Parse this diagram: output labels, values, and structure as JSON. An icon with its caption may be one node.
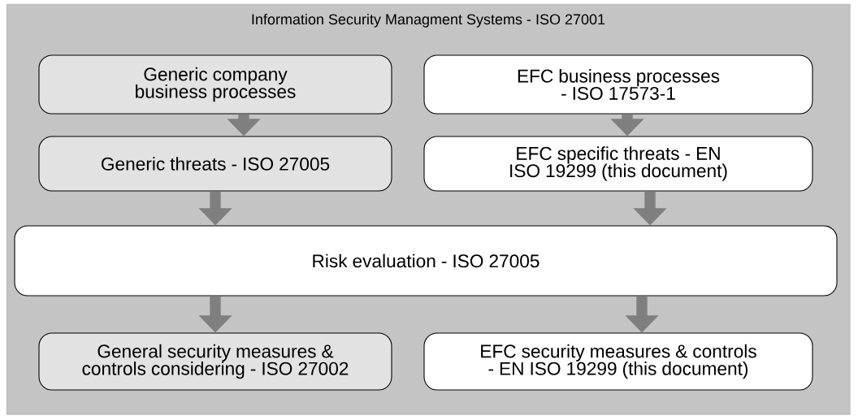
{
  "diagram": {
    "nodes": [
      {
        "text": [
          "Information Security Managment Systems - ISO 27001"
        ]
      },
      {
        "text": [
          "Generic company business processes"
        ],
        "in": 0
      },
      {
        "text": [
          "EFC business processes - ISO 17573-1"
        ],
        "in": 0
      },
      {
        "text": [
          "Generic threats - ISO 27005"
        ],
        "in": 0
      },
      {
        "text": [
          "EFC specific threats - EN ISO 19299 (this document)"
        ],
        "in": 0
      },
      {
        "text": [
          "Risk evaluation - ISO 27005"
        ],
        "in": 0
      },
      {
        "text": [
          "General security measures & controls considering - ISO 27002"
        ],
        "in": 0
      },
      {
        "text": [
          "EFC security measures & controls - EN ISO 19299 (this document)"
        ],
        "in": 0
      }
    ],
    "edges": [
      {
        "from": 1,
        "to": 3,
        "arrow": "to"
      },
      {
        "from": 2,
        "to": 4,
        "arrow": "to"
      },
      {
        "from": 3,
        "to": 5,
        "arrow": "to"
      },
      {
        "from": 4,
        "to": 5,
        "arrow": "to"
      },
      {
        "from": 5,
        "to": 6,
        "arrow": "to"
      },
      {
        "from": 5,
        "to": 7,
        "arrow": "to"
      }
    ]
  }
}
